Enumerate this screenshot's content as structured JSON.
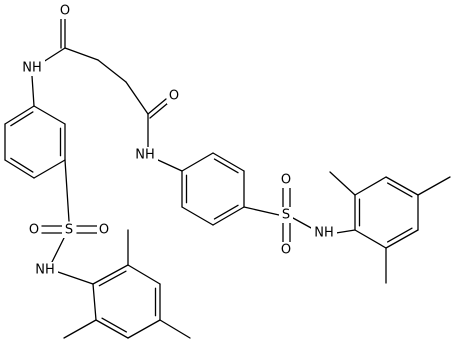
{
  "molecule": {
    "atom_labels": {
      "o1": "O",
      "o2": "O",
      "nh1": "NH",
      "nh2": "NH",
      "s1": "S",
      "s2": "S",
      "o_s1_left": "O",
      "o_s1_right": "O",
      "o_s2_top": "O",
      "o_s2_bottom": "O",
      "nh3": "NH",
      "nh4": "NH"
    }
  }
}
